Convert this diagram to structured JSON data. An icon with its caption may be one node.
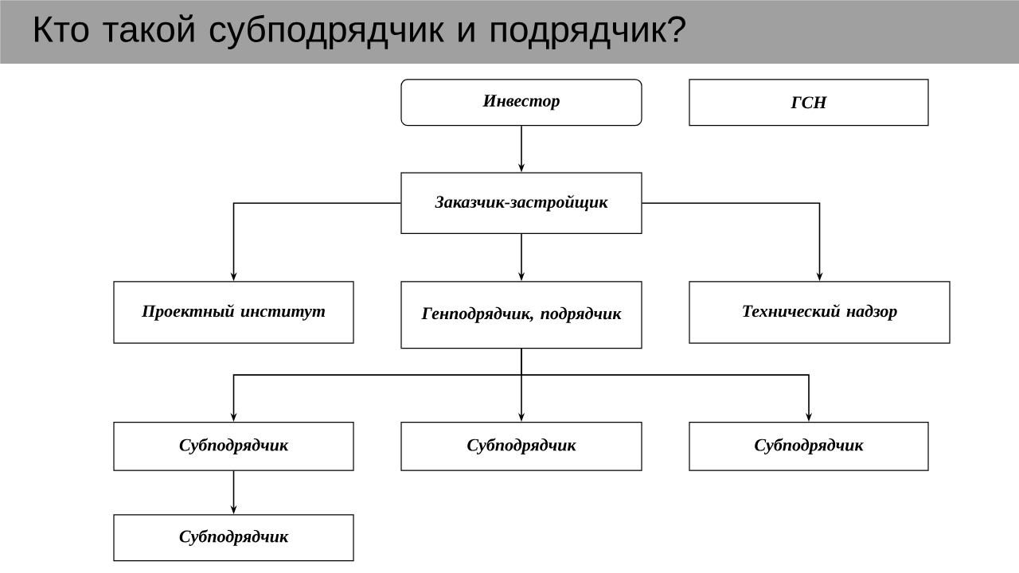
{
  "diagram": {
    "title": "Кто такой субподрядчик и подрядчик?",
    "nodes": [
      {
        "text": [
          "Инвестор"
        ]
      },
      {
        "text": [
          "ГСН"
        ]
      },
      {
        "text": [
          "Заказчик-застройщик"
        ]
      },
      {
        "text": [
          "Проектный институт"
        ]
      },
      {
        "text": [
          "Генподрядчик, подрядчик"
        ]
      },
      {
        "text": [
          "Технический надзор"
        ]
      },
      {
        "text": [
          "Субподрядчик"
        ]
      },
      {
        "text": [
          "Субподрядчик"
        ]
      },
      {
        "text": [
          "Субподрядчик"
        ]
      },
      {
        "text": [
          "Субподрядчик"
        ]
      }
    ],
    "edges": [
      {
        "from": 0,
        "to": 2,
        "arrow": "to"
      },
      {
        "from": 2,
        "to": 3,
        "arrow": "to"
      },
      {
        "from": 2,
        "to": 4,
        "arrow": "to"
      },
      {
        "from": 2,
        "to": 5,
        "arrow": "to"
      },
      {
        "from": 4,
        "to": 6,
        "arrow": "to"
      },
      {
        "from": 4,
        "to": 7,
        "arrow": "to"
      },
      {
        "from": 4,
        "to": 8,
        "arrow": "to"
      },
      {
        "from": 6,
        "to": 9,
        "arrow": "to"
      }
    ]
  }
}
